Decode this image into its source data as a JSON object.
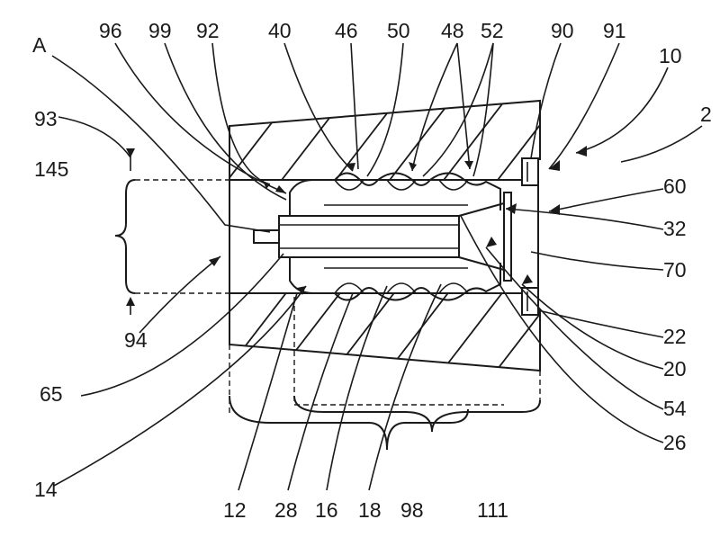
{
  "labels": {
    "A": "A",
    "n96": "96",
    "n99": "99",
    "n92": "92",
    "n40": "40",
    "n46": "46",
    "n50": "50",
    "n48": "48",
    "n52": "52",
    "n90": "90",
    "n91": "91",
    "n10": "10",
    "n2": "2",
    "n93": "93",
    "n145": "145",
    "n60": "60",
    "n32": "32",
    "n70": "70",
    "n94": "94",
    "n22": "22",
    "n65": "65",
    "n20": "20",
    "n54": "54",
    "n26": "26",
    "n14": "14",
    "n12": "12",
    "n28": "28",
    "n16": "16",
    "n18": "18",
    "n98": "98",
    "n111": "111"
  }
}
